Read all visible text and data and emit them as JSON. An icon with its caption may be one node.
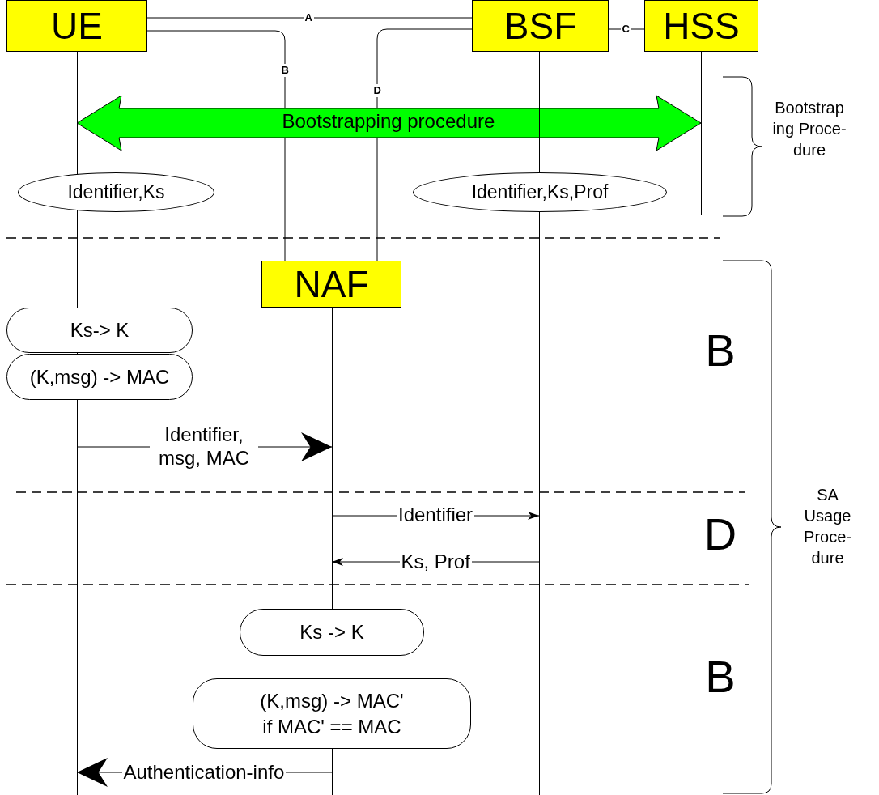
{
  "diagram": {
    "nodes": [
      {
        "text": [
          "UE"
        ]
      },
      {
        "text": [
          "BSF"
        ]
      },
      {
        "text": [
          "HSS"
        ]
      },
      {
        "text": [
          "NAF"
        ]
      },
      {
        "text": [
          "Identifier,Ks"
        ]
      },
      {
        "text": [
          "Identifier,Ks,Prof"
        ]
      },
      {
        "text": [
          "Ks-> K"
        ]
      },
      {
        "text": [
          "(K,msg) -> MAC"
        ]
      },
      {
        "text": [
          "Ks -> K"
        ]
      },
      {
        "text": [
          "(K,msg) -> MAC' if MAC' == MAC"
        ]
      },
      {
        "text": [],
        "shape": "line"
      },
      {
        "text": [],
        "shape": "line"
      },
      {
        "text": [],
        "shape": "line"
      },
      {
        "text": [],
        "shape": "line"
      },
      {
        "text": [],
        "shape": "line"
      }
    ],
    "edges": [
      {
        "from": 0,
        "to": 1,
        "arrow": "none",
        "label": "A"
      },
      {
        "from": 0,
        "to": 3,
        "arrow": "none",
        "label": "B"
      },
      {
        "from": 1,
        "to": 3,
        "arrow": "none",
        "label": "D"
      },
      {
        "from": 1,
        "to": 2,
        "arrow": "none",
        "label": "C"
      },
      {
        "from": 10,
        "to": 14,
        "arrow": "both",
        "label": "Bootstrapping procedure",
        "style": "thick",
        "color": "#00ff00"
      },
      {
        "from": 10,
        "to": 11,
        "arrow": "to",
        "label": "Identifier, msg, MAC"
      },
      {
        "from": 11,
        "to": 13,
        "arrow": "to",
        "label": "Identifier"
      },
      {
        "from": 13,
        "to": 11,
        "arrow": "to",
        "label": "Ks, Prof"
      },
      {
        "from": 12,
        "to": 10,
        "arrow": "to",
        "label": "Authentication-info"
      }
    ],
    "labels": [
      "Bootstrap ing Proce- dure",
      "B",
      "SA Usage Proce- dure",
      "D",
      "B"
    ]
  }
}
